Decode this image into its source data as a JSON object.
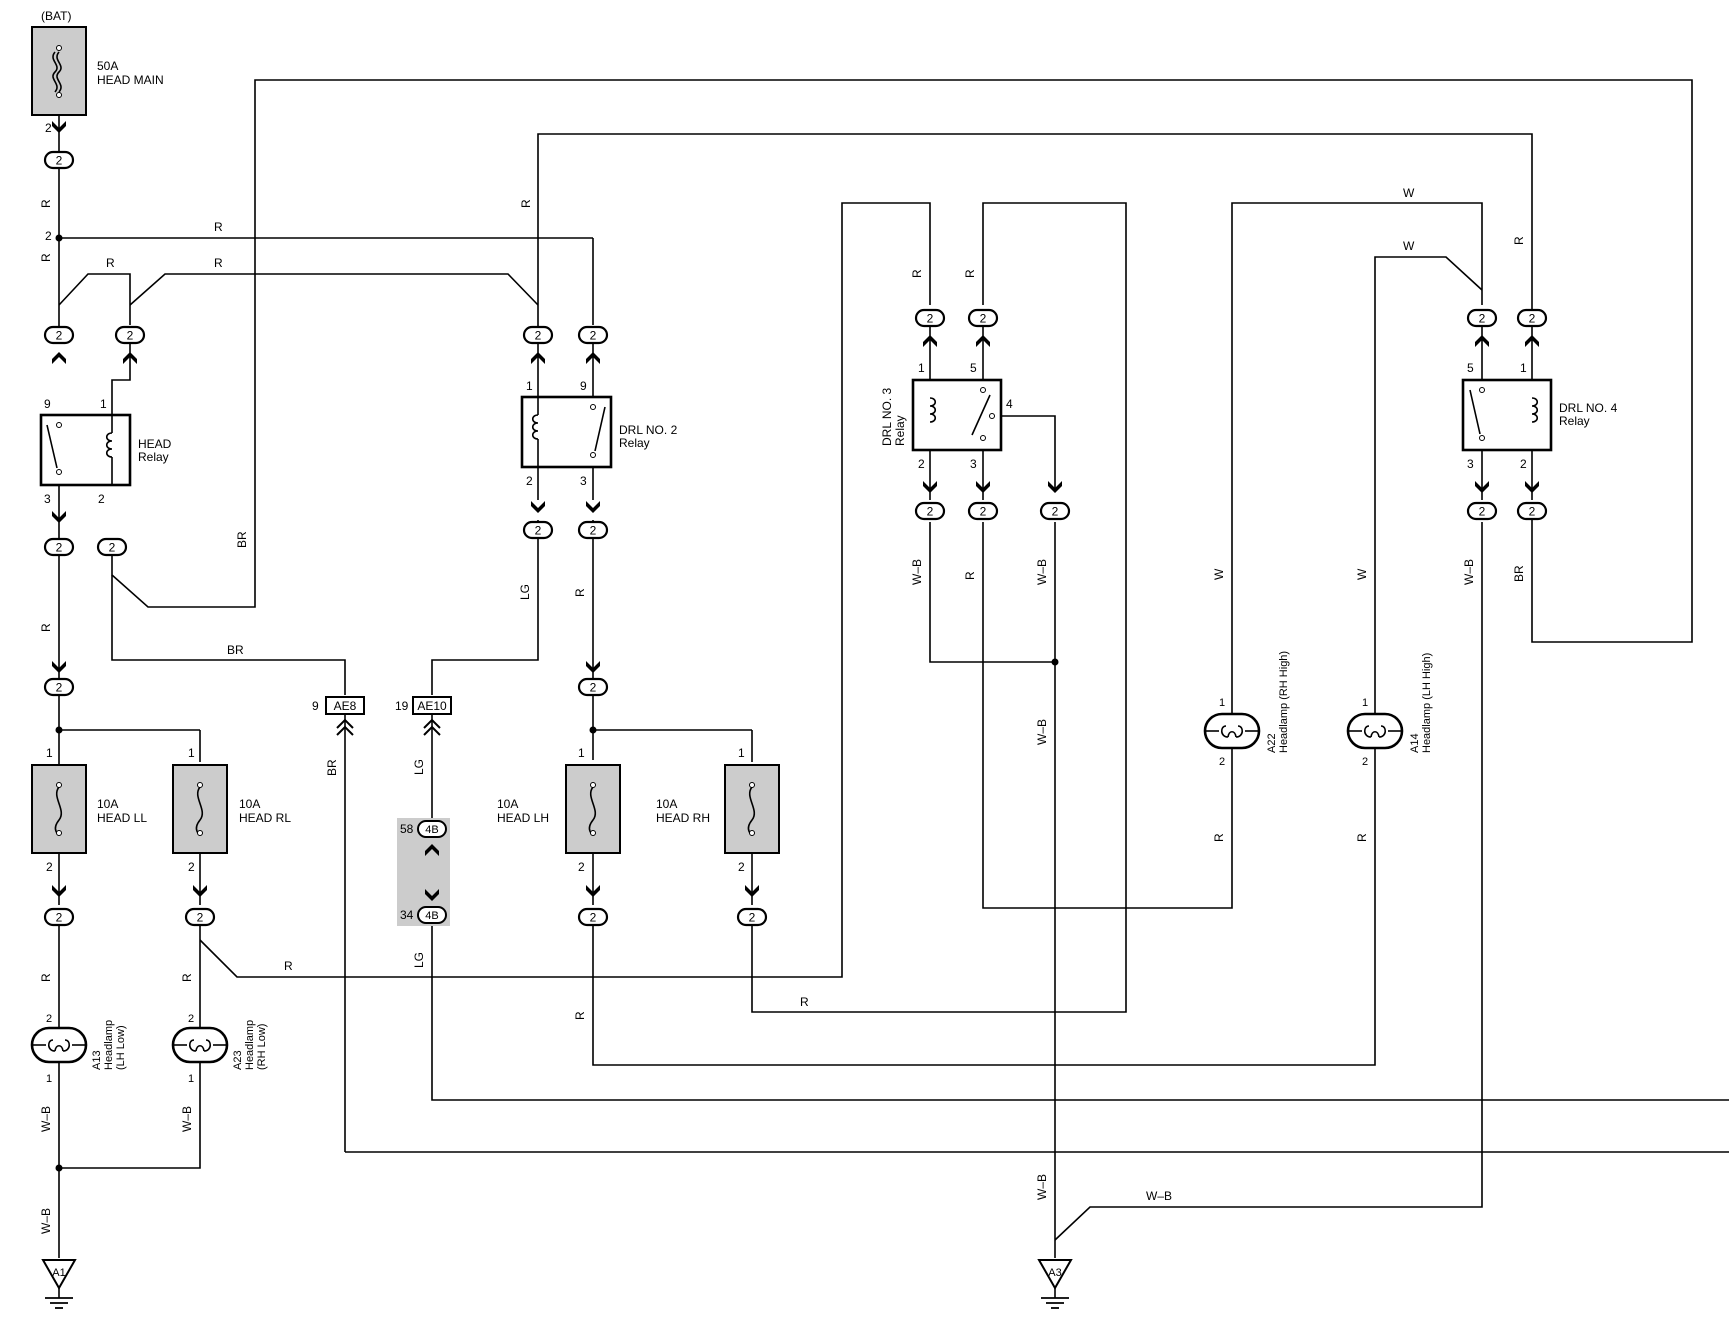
{
  "labels": {
    "bat": "(BAT)",
    "head_main_amp": "50A",
    "head_main_name": "HEAD MAIN",
    "head_relay_1": "HEAD",
    "head_relay_2": "Relay",
    "drl2_1": "DRL NO. 2",
    "drl2_2": "Relay",
    "drl3_1": "DRL NO. 3",
    "drl3_2": "Relay",
    "drl4_1": "DRL NO. 4",
    "drl4_2": "Relay",
    "fuse_ll_amp": "10A",
    "fuse_ll_name": "HEAD LL",
    "fuse_rl_amp": "10A",
    "fuse_rl_name": "HEAD RL",
    "fuse_lh_amp": "10A",
    "fuse_lh_name": "HEAD LH",
    "fuse_rh_amp": "10A",
    "fuse_rh_name": "HEAD RH",
    "a13_1": "A13",
    "a13_2": "Headlamp",
    "a13_3": "(LH Low)",
    "a23_1": "A23",
    "a23_2": "Headlamp",
    "a23_3": "(RH Low)",
    "a22_1": "A22",
    "a22_2": "Headlamp (RH High)",
    "a14_1": "A14",
    "a14_2": "Headlamp (LH High)",
    "ae8": "AE8",
    "ae10": "AE10",
    "b4": "4B",
    "ground_a1": "A1",
    "ground_a3": "A3"
  },
  "connectors": [
    "2"
  ],
  "pins": [
    "1",
    "2",
    "3",
    "4",
    "5",
    "9",
    "19",
    "58",
    "34"
  ],
  "wire_colors": [
    "R",
    "BR",
    "LG",
    "W",
    "W–B"
  ],
  "colors": {
    "fuse_fill": "#cccccc",
    "splice_fill": "#cccccc",
    "line": "#000000"
  }
}
